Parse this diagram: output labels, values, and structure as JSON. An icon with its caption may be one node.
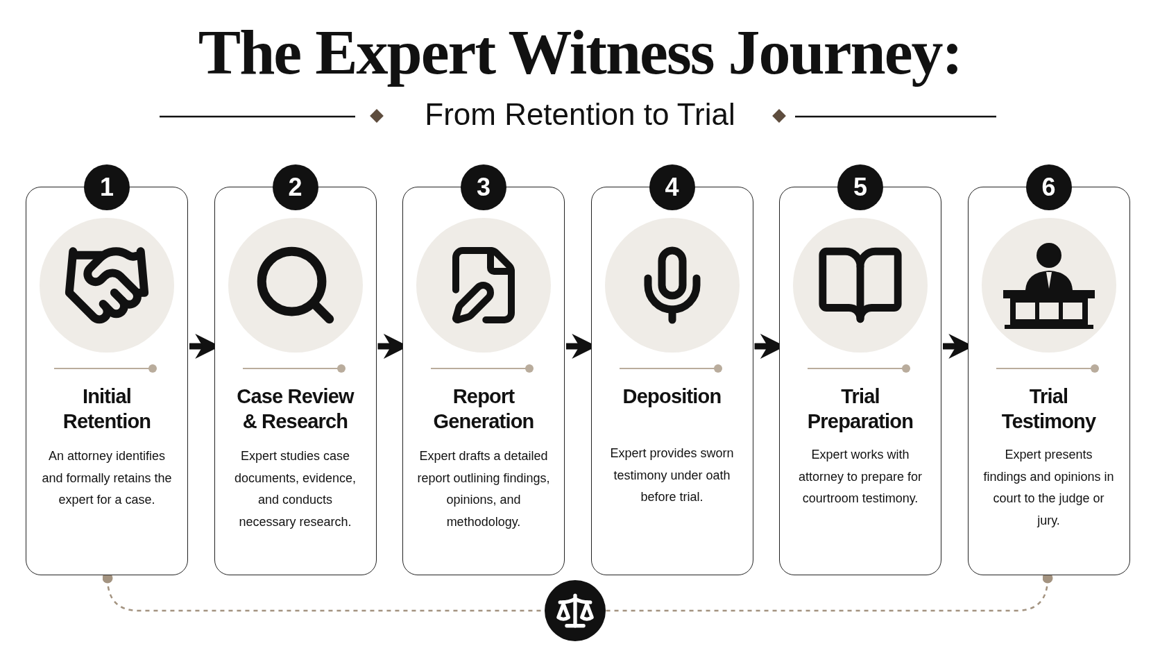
{
  "diagram": {
    "title": "The Expert Witness Journey:",
    "nodes": [
      {
        "text": [
          "1",
          "Initial Retention",
          "An attorney identifies and formally retains the expert for a case."
        ]
      },
      {
        "text": [
          "2",
          "Case Review & Research",
          "Expert studies case documents, evidence, and conducts necessary research."
        ]
      },
      {
        "text": [
          "3",
          "Report Generation",
          "Expert drafts a detailed report outlining findings, opinions, and methodology."
        ]
      },
      {
        "text": [
          "4",
          "Deposition",
          "Expert provides sworn testimony under oath before trial."
        ]
      },
      {
        "text": [
          "5",
          "Trial Preparation",
          "Expert works with attorney to prepare for courtroom testimony."
        ]
      },
      {
        "text": [
          "6",
          "Trial Testimony",
          "Expert presents findings and opinions in court to the judge or jury."
        ]
      },
      {
        "text": [],
        "shape": "circle"
      }
    ],
    "edges": [
      {
        "from": 0,
        "to": 1,
        "arrow": "to"
      },
      {
        "from": 1,
        "to": 2,
        "arrow": "to"
      },
      {
        "from": 2,
        "to": 3,
        "arrow": "to"
      },
      {
        "from": 3,
        "to": 4,
        "arrow": "to"
      },
      {
        "from": 4,
        "to": 5,
        "arrow": "to"
      },
      {
        "from": 0,
        "to": 6,
        "arrow": "other",
        "style": "dashed",
        "color": "#a39380"
      },
      {
        "from": 5,
        "to": 6,
        "arrow": "other",
        "style": "dashed",
        "color": "#a39380"
      }
    ],
    "labels": [
      "From Retention to Trial"
    ]
  }
}
